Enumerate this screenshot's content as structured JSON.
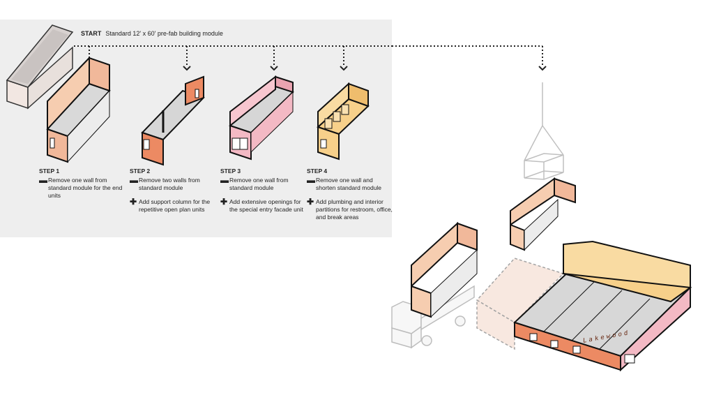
{
  "start": {
    "label": "START",
    "description": "Standard 12' x 60' pre-fab building module"
  },
  "steps": [
    {
      "title": "STEP 1",
      "actions": [
        {
          "type": "minus",
          "text": "Remove one wall from standard module for the end units"
        }
      ]
    },
    {
      "title": "STEP 2",
      "actions": [
        {
          "type": "minus",
          "text": "Remove two walls from standard module"
        },
        {
          "type": "plus",
          "text": "Add support column for the repetitive open plan units"
        }
      ]
    },
    {
      "title": "STEP 3",
      "actions": [
        {
          "type": "minus",
          "text": "Remove one wall from standard module"
        },
        {
          "type": "plus",
          "text": "Add extensive openings for the special entry facade unit"
        }
      ]
    },
    {
      "title": "STEP 4",
      "actions": [
        {
          "type": "minus",
          "text": "Remove one wall and shorten standard module"
        },
        {
          "type": "plus",
          "text": "Add plumbing and interior partitions for restroom, office, and break areas"
        }
      ]
    }
  ],
  "building_sign": "Lakewood",
  "colors": {
    "panel_bg": "#eeeeee",
    "module_peach": "#f6cdb0",
    "module_orange": "#ec8a63",
    "module_pink": "#f3b9c4",
    "module_yellow": "#f7d08a",
    "floor_gray": "#d9d9d9",
    "outline": "#111111"
  },
  "icons": {
    "minus": "minus-icon",
    "plus": "plus-icon",
    "arrow": "chevron-down-arrow-icon"
  }
}
